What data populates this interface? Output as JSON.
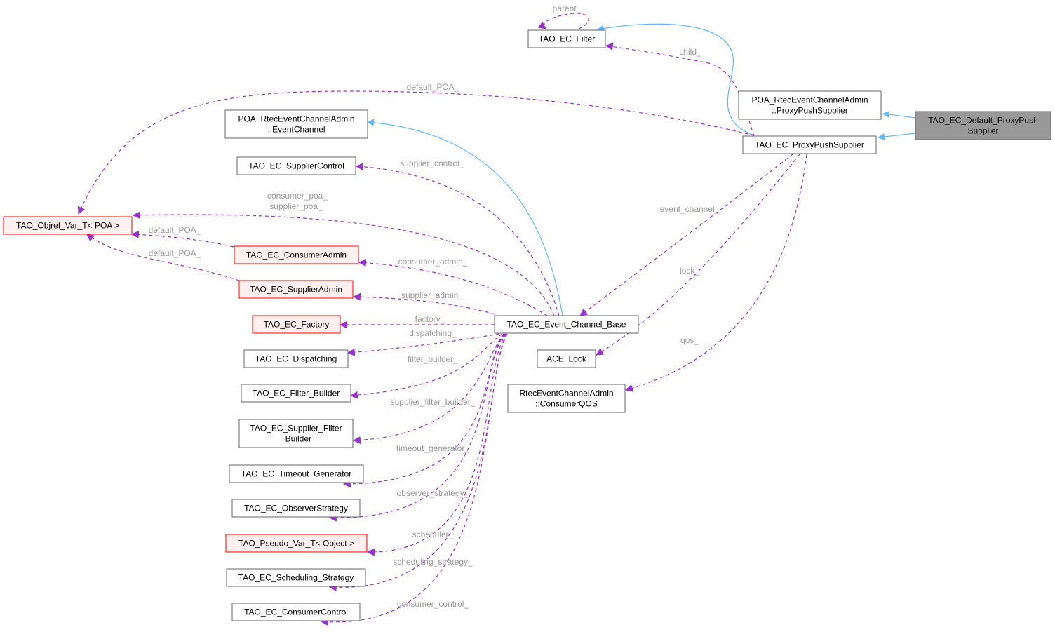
{
  "colors": {
    "inherit_edge": "#63b8ff",
    "use_edge": "#9a32cd",
    "edge_label": "#9a9a9a",
    "focus_fill": "#999999",
    "red_border": "#ff0000",
    "red_fill": "#fff0f0"
  },
  "nodes": {
    "default_proxypush": [
      "TAO_EC_Default_ProxyPush",
      "Supplier"
    ],
    "poa_proxypush": [
      "POA_RtecEventChannelAdmin",
      "::ProxyPushSupplier"
    ],
    "ec_proxypush": [
      "TAO_EC_ProxyPushSupplier"
    ],
    "ec_filter": [
      "TAO_EC_Filter"
    ],
    "objref_var": [
      "TAO_Objref_Var_T< POA >"
    ],
    "poa_eventchannel": [
      "POA_RtecEventChannelAdmin",
      "::EventChannel"
    ],
    "supplier_control": [
      "TAO_EC_SupplierControl"
    ],
    "consumer_admin": [
      "TAO_EC_ConsumerAdmin"
    ],
    "supplier_admin": [
      "TAO_EC_SupplierAdmin"
    ],
    "factory": [
      "TAO_EC_Factory"
    ],
    "dispatching": [
      "TAO_EC_Dispatching"
    ],
    "filter_builder": [
      "TAO_EC_Filter_Builder"
    ],
    "supplier_filter_builder": [
      "TAO_EC_Supplier_Filter",
      "_Builder"
    ],
    "timeout_generator": [
      "TAO_EC_Timeout_Generator"
    ],
    "observer_strategy": [
      "TAO_EC_ObserverStrategy"
    ],
    "pseudo_var": [
      "TAO_Pseudo_Var_T< Object >"
    ],
    "scheduling_strategy": [
      "TAO_EC_Scheduling_Strategy"
    ],
    "consumer_control": [
      "TAO_EC_ConsumerControl"
    ],
    "event_channel_base": [
      "TAO_EC_Event_Channel_Base"
    ],
    "ace_lock": [
      "ACE_Lock"
    ],
    "consumer_qos": [
      "RtecEventChannelAdmin",
      "::ConsumerQOS"
    ]
  },
  "edge_labels": {
    "parent": "parent_",
    "child": "child_",
    "default_poa_top": "default_POA_",
    "supplier_control": "supplier_control_",
    "consumer_poa": "consumer_poa_",
    "supplier_poa": "supplier_poa_",
    "default_poa_consumer_admin": "default_POA_",
    "default_poa_supplier_admin": "default_POA_",
    "consumer_admin": "consumer_admin_",
    "supplier_admin": "supplier_admin_",
    "factory": "factory_",
    "dispatching": "dispatching_",
    "filter_builder": "filter_builder_",
    "supplier_filter_builder": "supplier_filter_builder_",
    "timeout_generator": "timeout_generator_",
    "observer_strategy": "observer_strategy_",
    "scheduler": "scheduler_",
    "scheduling_strategy": "scheduling_strategy_",
    "consumer_control": "consumer_control_",
    "event_channel": "event_channel_",
    "lock": "lock_",
    "qos": "qos_"
  }
}
